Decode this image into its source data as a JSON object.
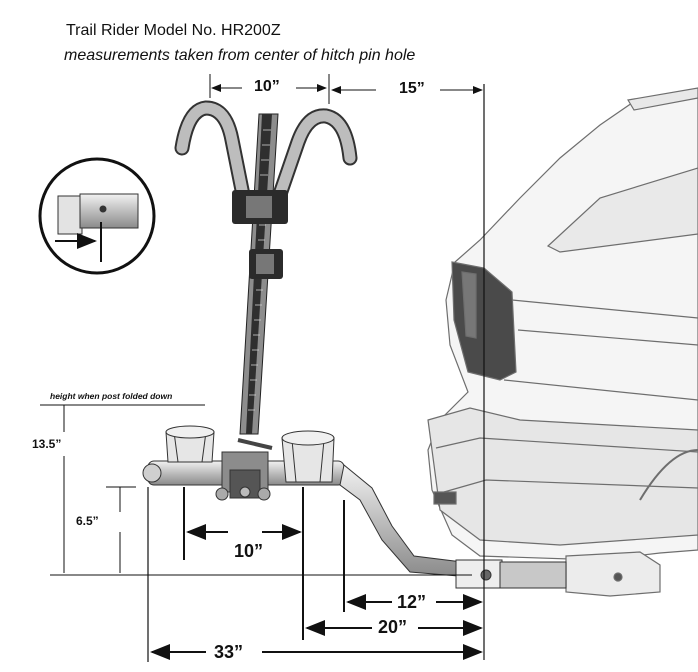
{
  "header": {
    "title": "Trail Rider   Model No. HR200Z",
    "subtitle": "measurements taken from center of hitch pin hole"
  },
  "notes": {
    "post_folded": "height when post folded down"
  },
  "dimensions": {
    "bike_spacing_top": "10”",
    "rear_offset_top": "15”",
    "height_folded": "13.5”",
    "height_base": "6.5”",
    "bike_spacing_low": "10”",
    "to_near_arm": "12”",
    "to_far_arm": "20”",
    "overall_length": "33”"
  },
  "colors": {
    "line": "#111111",
    "metal_light": "#d9d9d9",
    "metal_mid": "#a8a8a8",
    "metal_dark": "#3a3a3a",
    "vehicle_fill": "#f4f4f4",
    "vehicle_line": "#6e6e6e"
  }
}
